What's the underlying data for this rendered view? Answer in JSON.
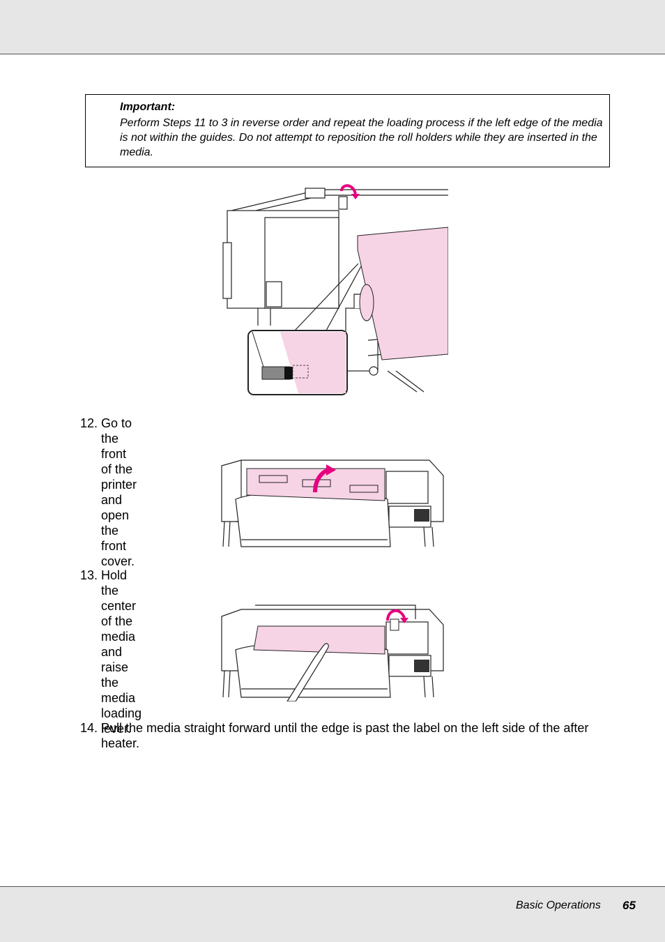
{
  "notice": {
    "title": "Important:",
    "body": "Perform Steps 11 to 3 in reverse order and repeat the loading process if the left edge of the media is not within the guides. Do not attempt to reposition the roll holders while they are inserted in the media."
  },
  "steps": [
    {
      "number": "12.",
      "text": "Go to the front of the printer and open the front cover."
    },
    {
      "number": "13.",
      "text": "Hold the center of the media and raise the media loading lever."
    },
    {
      "number": "14.",
      "text": "Pull the media straight forward until the edge is past the label on the left side of the after heater."
    }
  ],
  "footer": {
    "section": "Basic Operations",
    "page": "65"
  },
  "colors": {
    "media": "#f7d3e6",
    "arrow": "#e6007e",
    "line": "#222222"
  }
}
